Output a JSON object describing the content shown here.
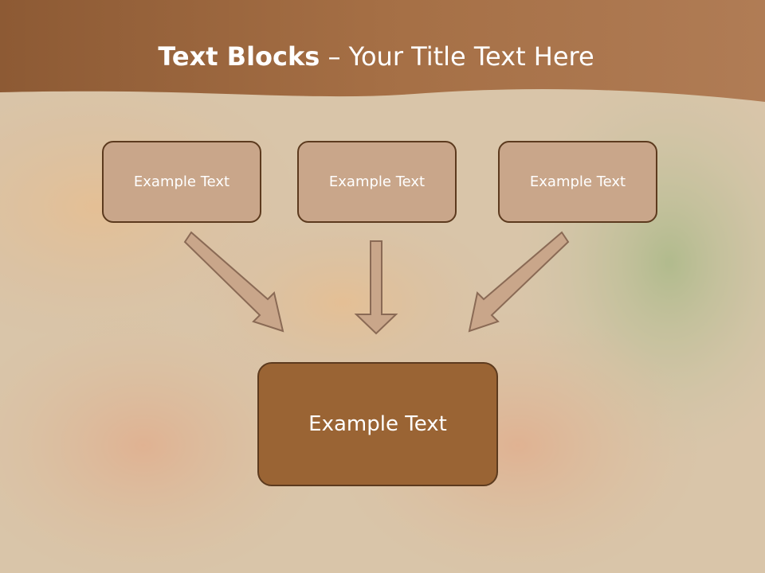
{
  "title": {
    "bold": "Text Blocks",
    "separator": " – ",
    "rest": "Your Title Text Here"
  },
  "blocks": {
    "top_left": "Example Text",
    "top_center": "Example Text",
    "top_right": "Example Text",
    "main": "Example Text"
  },
  "colors": {
    "header": "#9a6434",
    "block_fill": "#c9a68a",
    "main_fill": "#9a6434",
    "outline": "#5c3a1e",
    "arrow_fill": "#c9a68a"
  }
}
